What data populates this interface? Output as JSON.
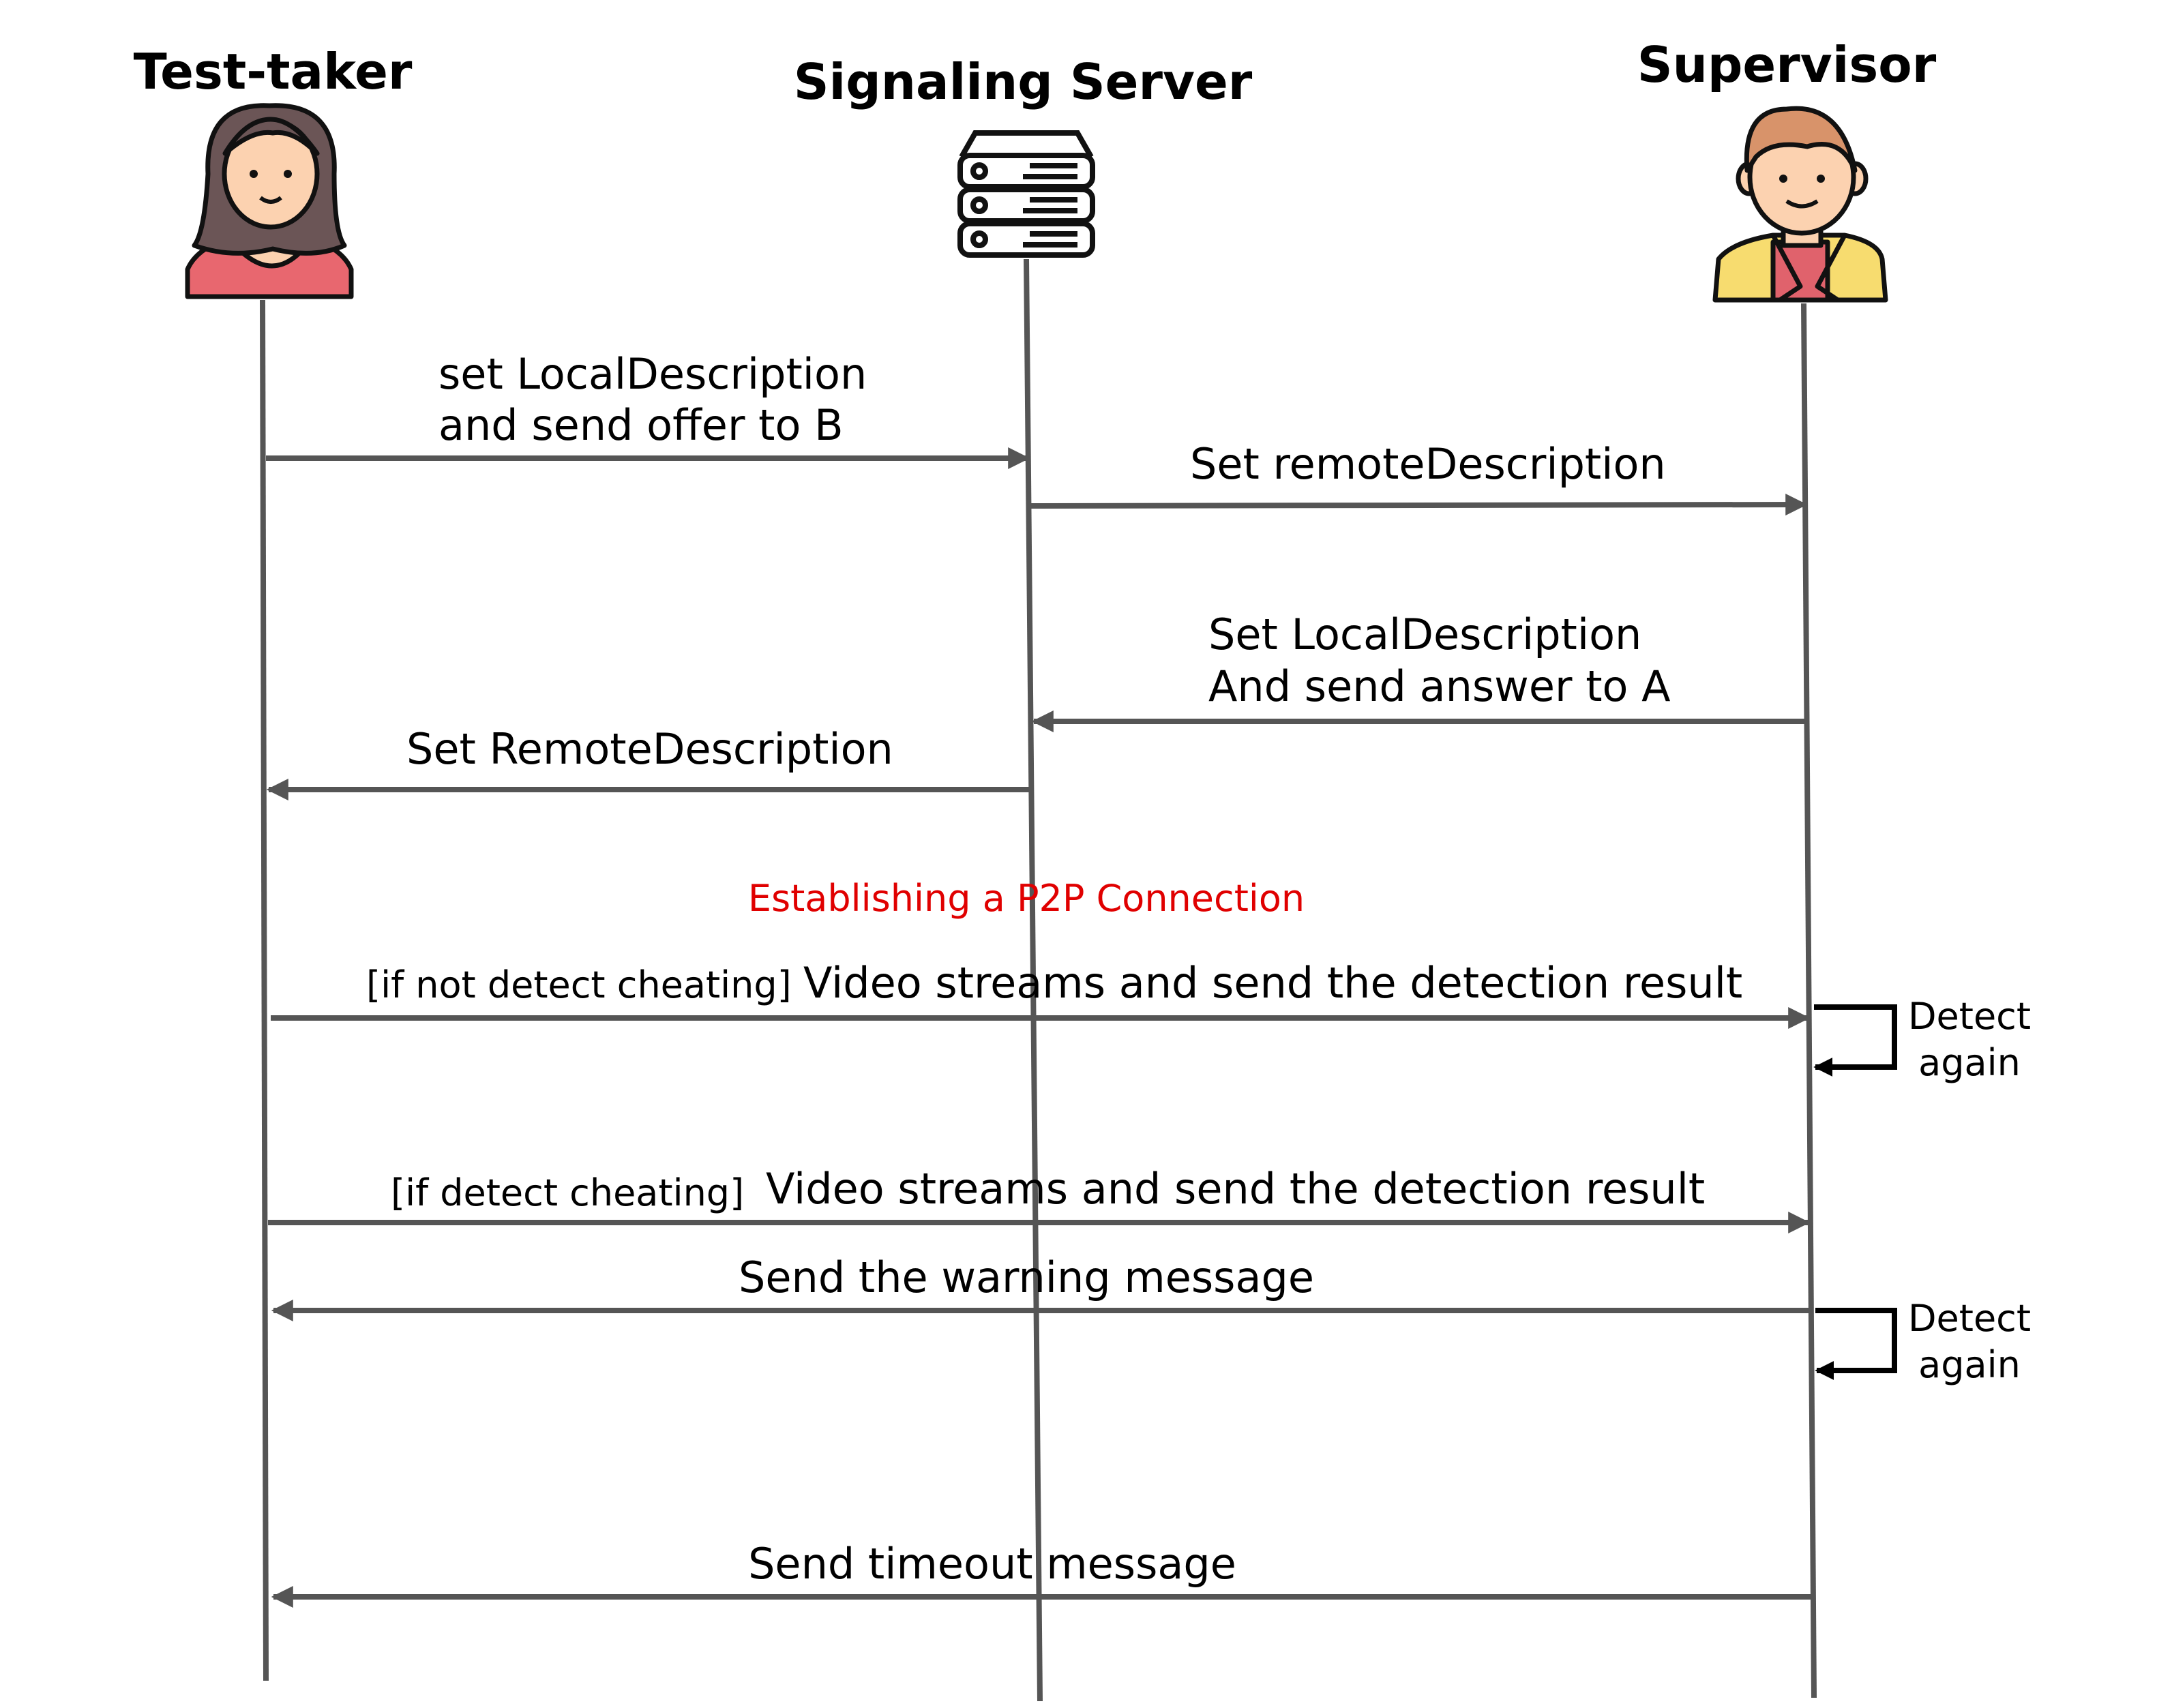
{
  "actors": [
    {
      "id": "test-taker",
      "name": "Test-taker",
      "icon": "woman-avatar-icon"
    },
    {
      "id": "signaling-server",
      "name": "Signaling Server",
      "icon": "server-icon"
    },
    {
      "id": "supervisor",
      "name": "Supervisor",
      "icon": "man-avatar-icon"
    }
  ],
  "messages": [
    {
      "line1": "set LocalDescription",
      "line2": "and send offer to B"
    },
    {
      "line1": "Set remoteDescription"
    },
    {
      "line1": "Set LocalDescription",
      "line2": "And send answer to A"
    },
    {
      "line1": "Set RemoteDescription"
    },
    {
      "line1": "Video streams and send the detection result",
      "guard": "[if not detect cheating]"
    },
    {
      "line1": "Video streams and send the detection result",
      "guard": "[if detect cheating]"
    },
    {
      "line1": "Send the warning message"
    },
    {
      "line1": "Send timeout message"
    }
  ],
  "note": {
    "text": "Establishing a P2P Connection",
    "color": "#e00000"
  },
  "self_loops": [
    {
      "line1": "Detect",
      "line2": "again"
    },
    {
      "line1": "Detect",
      "line2": "again"
    }
  ],
  "colors": {
    "line": "#555555",
    "self_loop": "#000000",
    "skin": "#fcd2b0",
    "woman_hair": "#6b5556",
    "woman_shirt": "#e8676f",
    "man_hair": "#d8936a",
    "man_jacket": "#f7dc6f",
    "man_shirt": "#e0626c"
  }
}
